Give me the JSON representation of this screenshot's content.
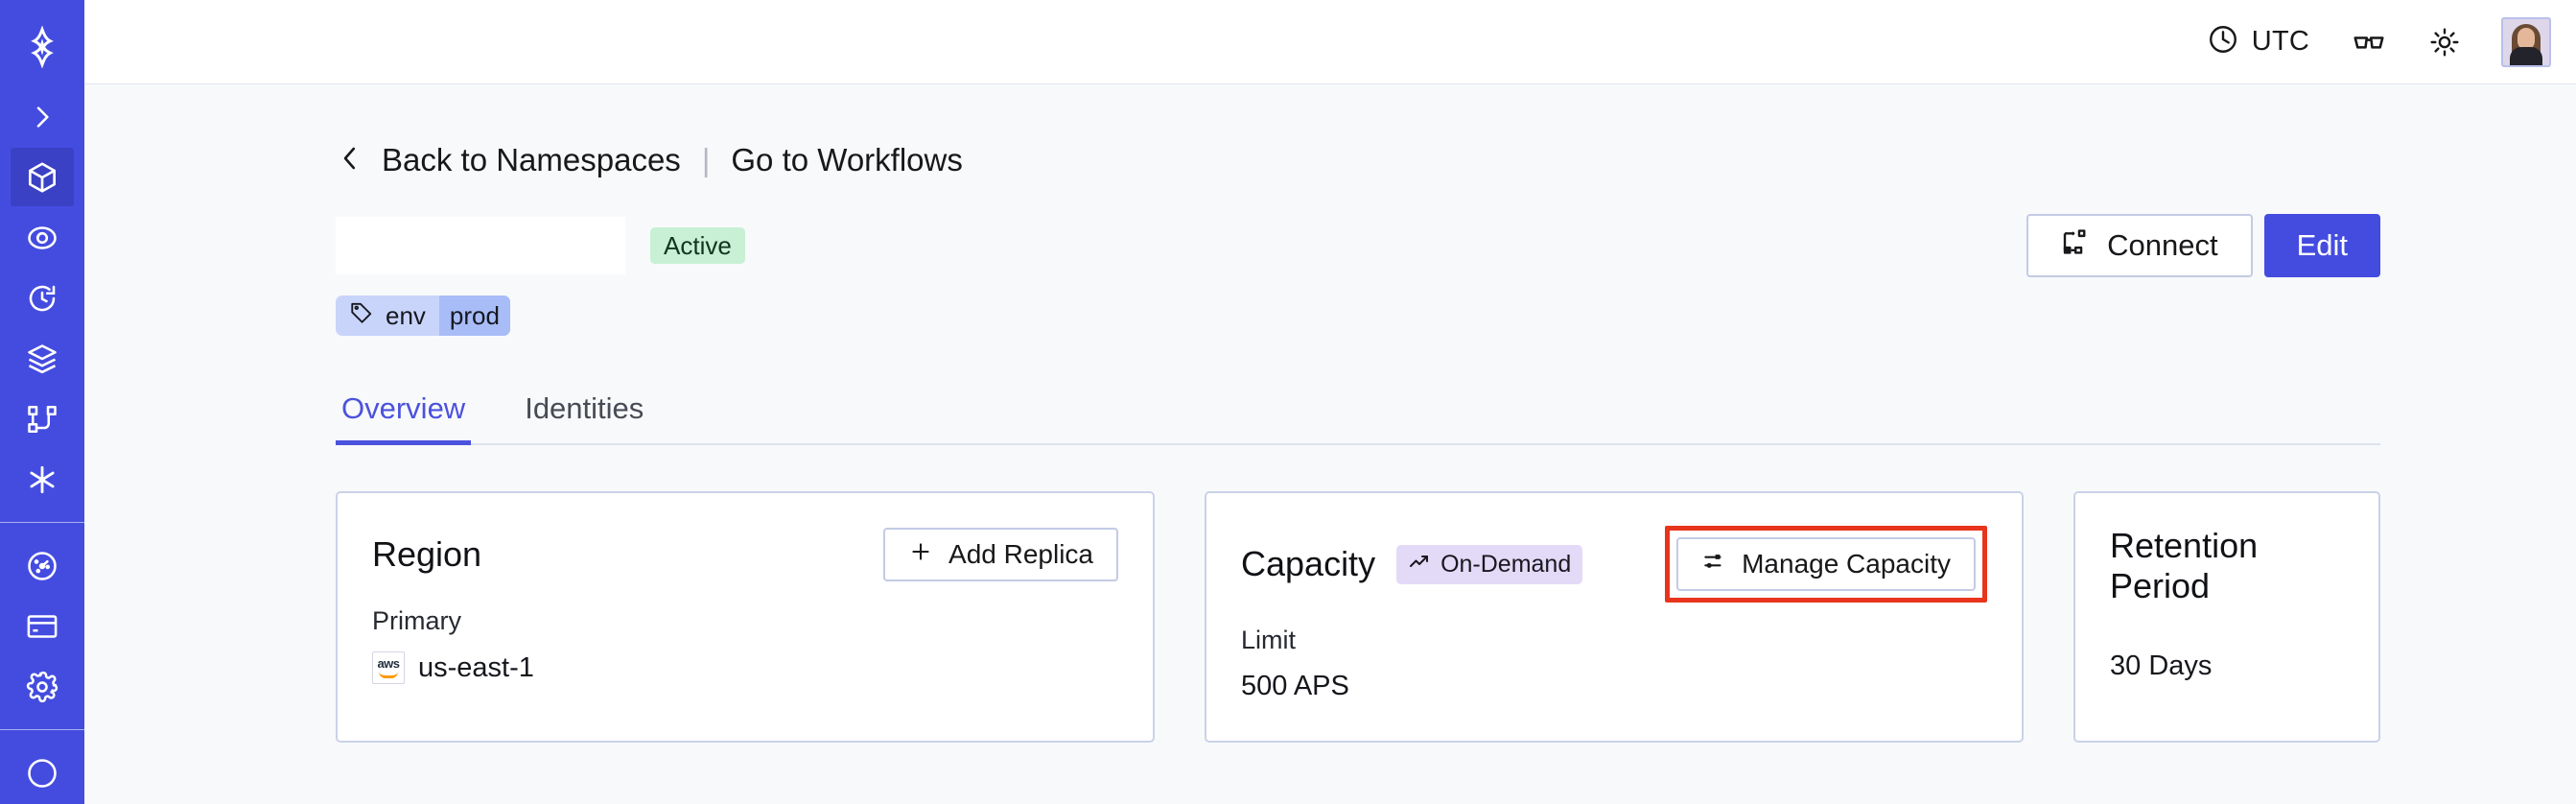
{
  "sidebar": {
    "items": [
      {
        "name": "temporal-logo",
        "icon": "temporal-logo-icon",
        "active": false
      },
      {
        "name": "expand-nav",
        "icon": "chevron-right-icon",
        "active": false
      },
      {
        "name": "namespaces",
        "icon": "cube-icon",
        "active": true
      },
      {
        "name": "observability",
        "icon": "eye-icon",
        "active": false
      },
      {
        "name": "history",
        "icon": "clock-rewind-icon",
        "active": false
      },
      {
        "name": "layers",
        "icon": "layers-icon",
        "active": false
      },
      {
        "name": "workflows",
        "icon": "git-branch-icon",
        "active": false
      },
      {
        "name": "nexus",
        "icon": "asterisk-icon",
        "active": false
      },
      {
        "name": "usage",
        "icon": "gauge-icon",
        "active": false
      },
      {
        "name": "billing",
        "icon": "credit-card-icon",
        "active": false
      },
      {
        "name": "settings",
        "icon": "gear-icon",
        "active": false
      }
    ]
  },
  "topbar": {
    "timezone_label": "UTC",
    "timezone_icon": "clock-icon",
    "glasses_icon": "glasses-icon",
    "theme_icon": "sun-icon",
    "avatar_name": "user-avatar"
  },
  "breadcrumb": {
    "back_icon": "chevron-left-icon",
    "back_label": "Back to Namespaces",
    "separator": "|",
    "link_label": "Go to Workflows"
  },
  "header": {
    "namespace_title": "",
    "status_badge": "Active",
    "connect_label": "Connect",
    "connect_icon": "connect-flow-icon",
    "edit_label": "Edit",
    "tag": {
      "icon": "tag-icon",
      "key": "env",
      "value": "prod"
    }
  },
  "tabs": [
    {
      "label": "Overview",
      "active": true
    },
    {
      "label": "Identities",
      "active": false
    }
  ],
  "cards": {
    "region": {
      "title": "Region",
      "button_label": "Add Replica",
      "button_icon": "plus-icon",
      "subtitle": "Primary",
      "provider_icon": "aws-logo-icon",
      "provider_text": "aws",
      "value": "us-east-1"
    },
    "capacity": {
      "title": "Capacity",
      "badge_label": "On-Demand",
      "badge_icon": "trending-up-icon",
      "button_label": "Manage Capacity",
      "button_icon": "sliders-icon",
      "subtitle": "Limit",
      "value": "500 APS",
      "highlighted": true
    },
    "retention": {
      "title": "Retention Period",
      "value": "30 Days"
    }
  },
  "colors": {
    "sidebar": "#444ce0",
    "accent": "#4b52dd",
    "status_active_bg": "#c7f0d4",
    "badge_ondemand_bg": "#e3daf8",
    "tag_bg": "#c9d4fb",
    "tag_value_bg": "#a8bcf8",
    "highlight_red": "#e8341c",
    "card_border": "#c9d2e7",
    "page_bg": "#f8f9fb"
  }
}
